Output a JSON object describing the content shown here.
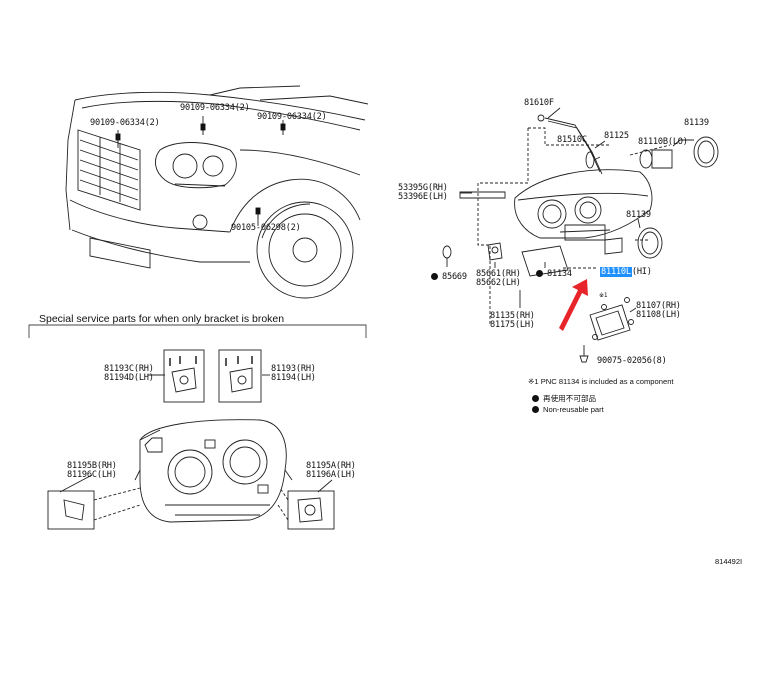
{
  "car_section": {
    "labels": {
      "bolt_left": "90109-06334(2)",
      "bolt_mid": "90109-06334(2)",
      "bolt_right": "90109-06334(2)",
      "bolt_bottom": "90105-06298(2)"
    }
  },
  "headlamp_section": {
    "labels": {
      "p81610F": "81610F",
      "p81125": "81125",
      "p81510C": "81510C",
      "p81139_top": "81139",
      "p81110B": "81110B(LO)",
      "p53395G": "53395G(RH)",
      "p53396E": "53396E(LH)",
      "p81139_mid": "81139",
      "p85669": "85669",
      "p85661": "85661(RH)",
      "p85662": "85662(LH)",
      "p81134": "81134",
      "p81110L": "81110L",
      "p81110L_suffix": "(HI)",
      "p81135": "81135(RH)",
      "p81175": "81175(LH)",
      "p81107": "81107(RH)",
      "p81108": "81108(LH)",
      "p90075": "90075-02056(8)",
      "mark_1": "※1"
    },
    "note_component": "※1 PNC 81134 is included as a component",
    "legend": [
      {
        "marker": "reusable",
        "text": "再使用不可部品"
      },
      {
        "marker": "nonreusable",
        "text": "Non-reusable part"
      }
    ]
  },
  "bracket_section": {
    "title": "Special service parts for when only bracket is broken",
    "labels": {
      "p81193C": "81193C(RH)",
      "p81194D": "81194D(LH)",
      "p81193": "81193(RH)",
      "p81194": "81194(LH)",
      "p81195B": "81195B(RH)",
      "p81196C": "81196C(LH)",
      "p81195A": "81195A(RH)",
      "p81196A": "81196A(LH)"
    }
  },
  "figure_ref": "814492I",
  "colors": {
    "highlight": "#1e90ff",
    "arrow": "#e8242b",
    "ink": "#111111"
  }
}
